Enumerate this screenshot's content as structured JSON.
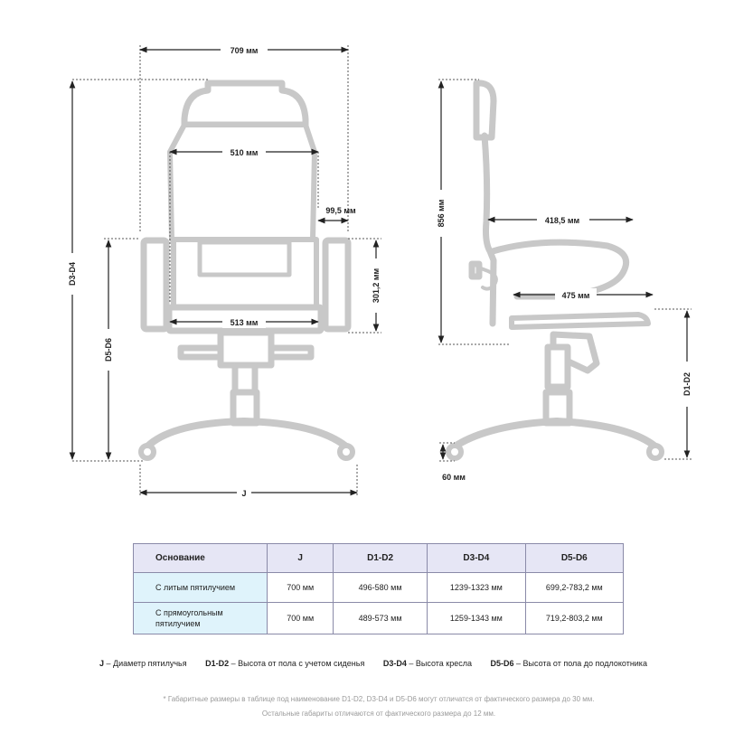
{
  "dims": {
    "total_width": "709 мм",
    "back_width": "510 мм",
    "arm_offset": "99,5 мм",
    "arm_height": "301,2 мм",
    "seat_width": "513 мм",
    "base_j": "J",
    "d3d4": "D3-D4",
    "d5d6": "D5-D6",
    "back_height": "856 мм",
    "seat_depth_top": "418,5 мм",
    "seat_depth": "475 мм",
    "d1d2": "D1-D2",
    "caster": "60 мм"
  },
  "table": {
    "headers": [
      "Основание",
      "J",
      "D1-D2",
      "D3-D4",
      "D5-D6"
    ],
    "rows": [
      {
        "name": "С литым пятилучием",
        "j": "700 мм",
        "d1d2": "496-580 мм",
        "d3d4": "1239-1323 мм",
        "d5d6": "699,2-783,2 мм"
      },
      {
        "name": "С прямоугольным пятилучием",
        "j": "700 мм",
        "d1d2": "489-573 мм",
        "d3d4": "1259-1343 мм",
        "d5d6": "719,2-803,2 мм"
      }
    ]
  },
  "legend": [
    {
      "key": "J",
      "text": " – Диаметр пятилучья"
    },
    {
      "key": "D1-D2",
      "text": " – Высота от пола с учетом сиденья"
    },
    {
      "key": "D3-D4",
      "text": " – Высота кресла"
    },
    {
      "key": "D5-D6",
      "text": " – Высота от пола до подлокотника"
    }
  ],
  "footnote": {
    "line1": "* Габаритные размеры в таблице под наименование D1-D2, D3-D4 и D5-D6 могут отличатся от фактического размера до 30 мм.",
    "line2": "Остальные габариты отличаются от фактического размера до 12 мм."
  },
  "colors": {
    "chair": "#c8c8c8",
    "chair_fill": "#ffffff",
    "line": "#222222",
    "dash": "#555555"
  }
}
